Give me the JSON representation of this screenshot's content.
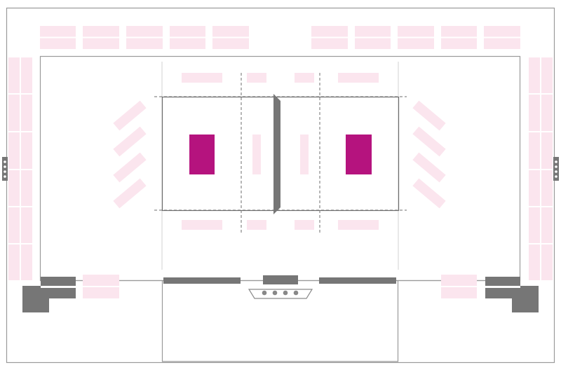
{
  "colors": {
    "background": "#ffffff",
    "outline": "#9a9a9a",
    "seat_block": "#fbe5ee",
    "seat_divider": "#ffffff",
    "court_marker": "#b5137e",
    "fixture": "#767676",
    "dot": "#888888"
  },
  "icons": {
    "left_panel": "vertical-panel-icon",
    "right_panel": "vertical-panel-icon",
    "scorer_table": "dots-table-icon"
  },
  "legend": {
    "court_marker": "magenta-zone-marker",
    "seating": "pink-seating-block",
    "fixture": "gray-fixture-block"
  }
}
